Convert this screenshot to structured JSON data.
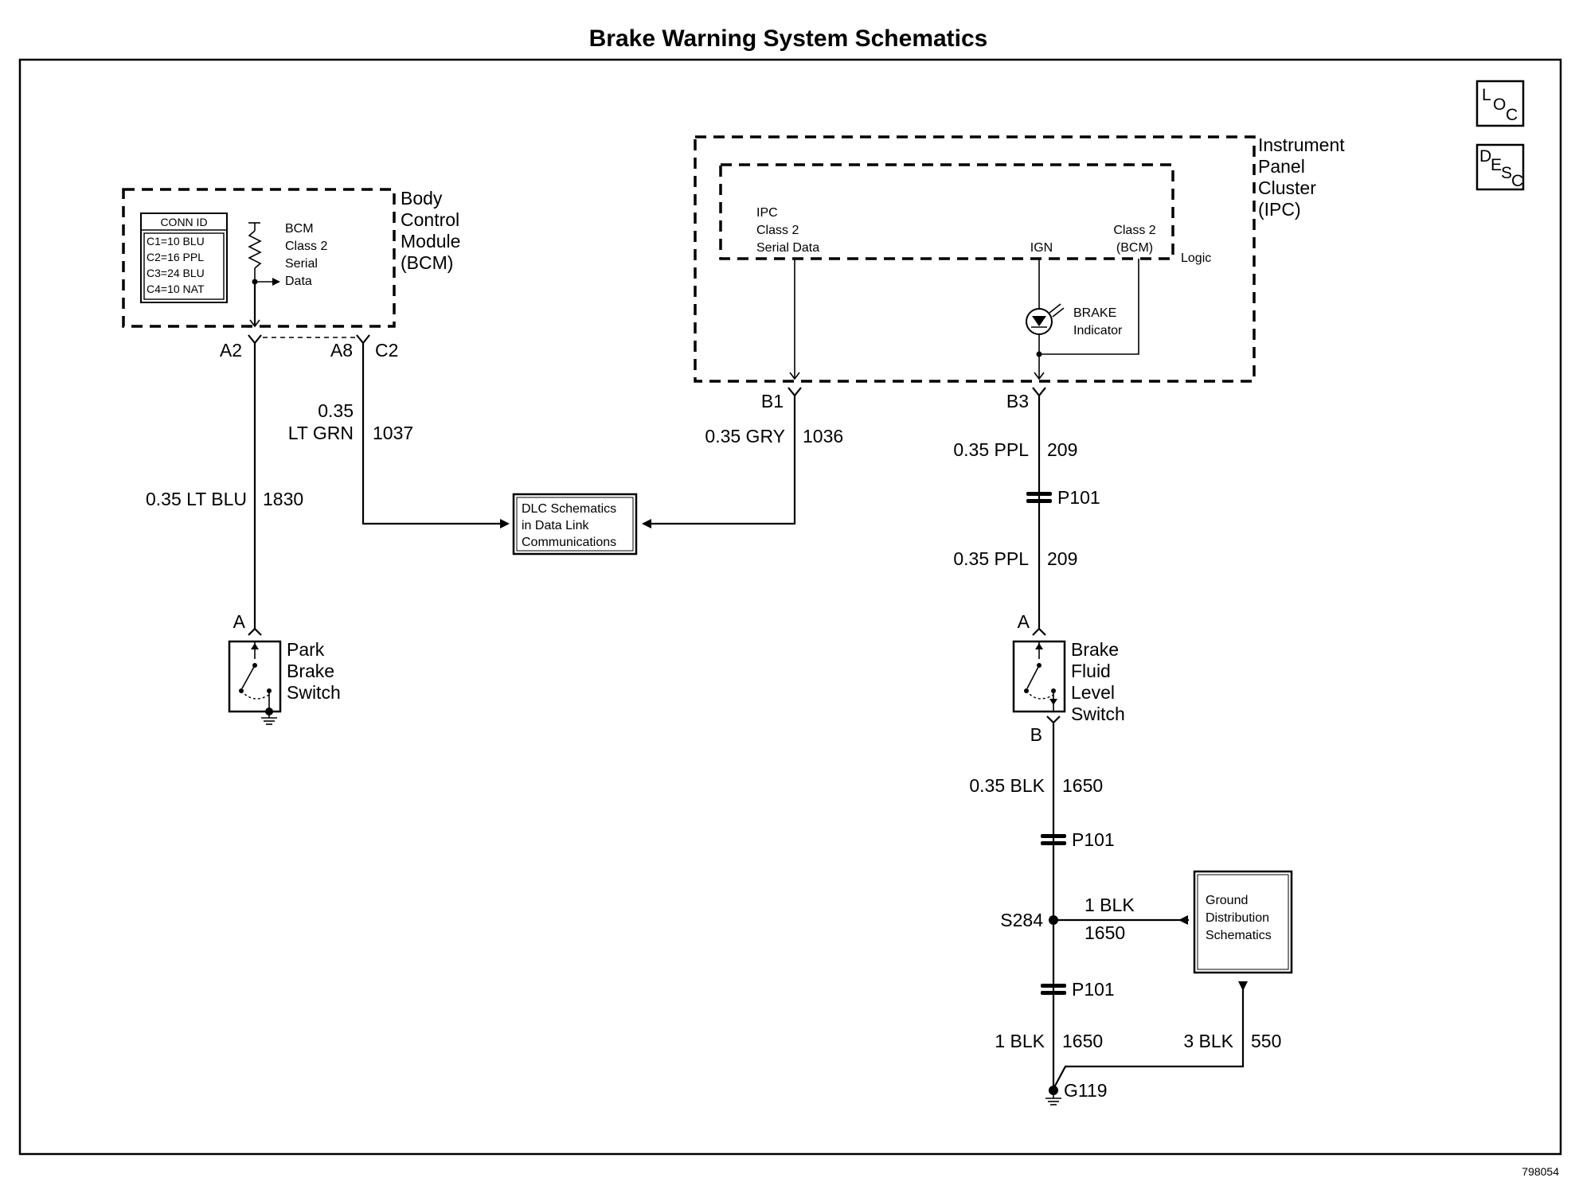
{
  "title": "Brake Warning System Schematics",
  "figure_number": "798054",
  "nav_buttons": [
    {
      "letters": [
        "L",
        "O",
        "C"
      ]
    },
    {
      "letters": [
        "D",
        "E",
        "S",
        "C"
      ]
    }
  ],
  "bcm": {
    "label": [
      "Body",
      "Control",
      "Module",
      "(BCM)"
    ],
    "conn_id": {
      "header": "CONN ID",
      "rows": [
        "C1=10 BLU",
        "C2=16 PPL",
        "C3=24 BLU",
        "C4=10 NAT"
      ]
    },
    "serial_label": [
      "BCM",
      "Class 2",
      "Serial",
      "Data"
    ],
    "pins": {
      "a2": "A2",
      "a8": "A8",
      "c2": "C2"
    }
  },
  "ipc": {
    "label": [
      "Instrument",
      "Panel",
      "Cluster",
      "(IPC)"
    ],
    "serial_label": [
      "IPC",
      "Class 2",
      "Serial Data"
    ],
    "ign": "IGN",
    "class2": [
      "Class 2",
      "(BCM)"
    ],
    "logic": "Logic",
    "indicator": [
      "BRAKE",
      "Indicator"
    ],
    "pins": {
      "b1": "B1",
      "b3": "B3"
    }
  },
  "wires": {
    "lt_blu": {
      "gauge": "0.35 LT BLU",
      "circuit": "1830"
    },
    "lt_grn": {
      "gauge": [
        "0.35",
        "LT GRN"
      ],
      "circuit": "1037"
    },
    "gry": {
      "gauge": "0.35 GRY",
      "circuit": "1036"
    },
    "ppl_upper": {
      "gauge": "0.35 PPL",
      "circuit": "209"
    },
    "ppl_lower": {
      "gauge": "0.35 PPL",
      "circuit": "209"
    },
    "blk_switch": {
      "gauge": "0.35 BLK",
      "circuit": "1650"
    },
    "blk_splice": {
      "gauge": "1 BLK",
      "circuit": "1650"
    },
    "blk_ground": {
      "gauge": "1 BLK",
      "circuit": "1650"
    },
    "blk_3": {
      "gauge": "3 BLK",
      "circuit": "550"
    }
  },
  "dlc_box": [
    "DLC Schematics",
    "in Data Link",
    "Communications"
  ],
  "ground_box": [
    "Ground",
    "Distribution",
    "Schematics"
  ],
  "park_brake_switch": {
    "label": [
      "Park",
      "Brake",
      "Switch"
    ],
    "pin": "A"
  },
  "brake_fluid_switch": {
    "label": [
      "Brake",
      "Fluid",
      "Level",
      "Switch"
    ],
    "pin_a": "A",
    "pin_b": "B"
  },
  "connectors": {
    "p101_1": "P101",
    "p101_2": "P101",
    "p101_3": "P101"
  },
  "splice": "S284",
  "ground": "G119"
}
